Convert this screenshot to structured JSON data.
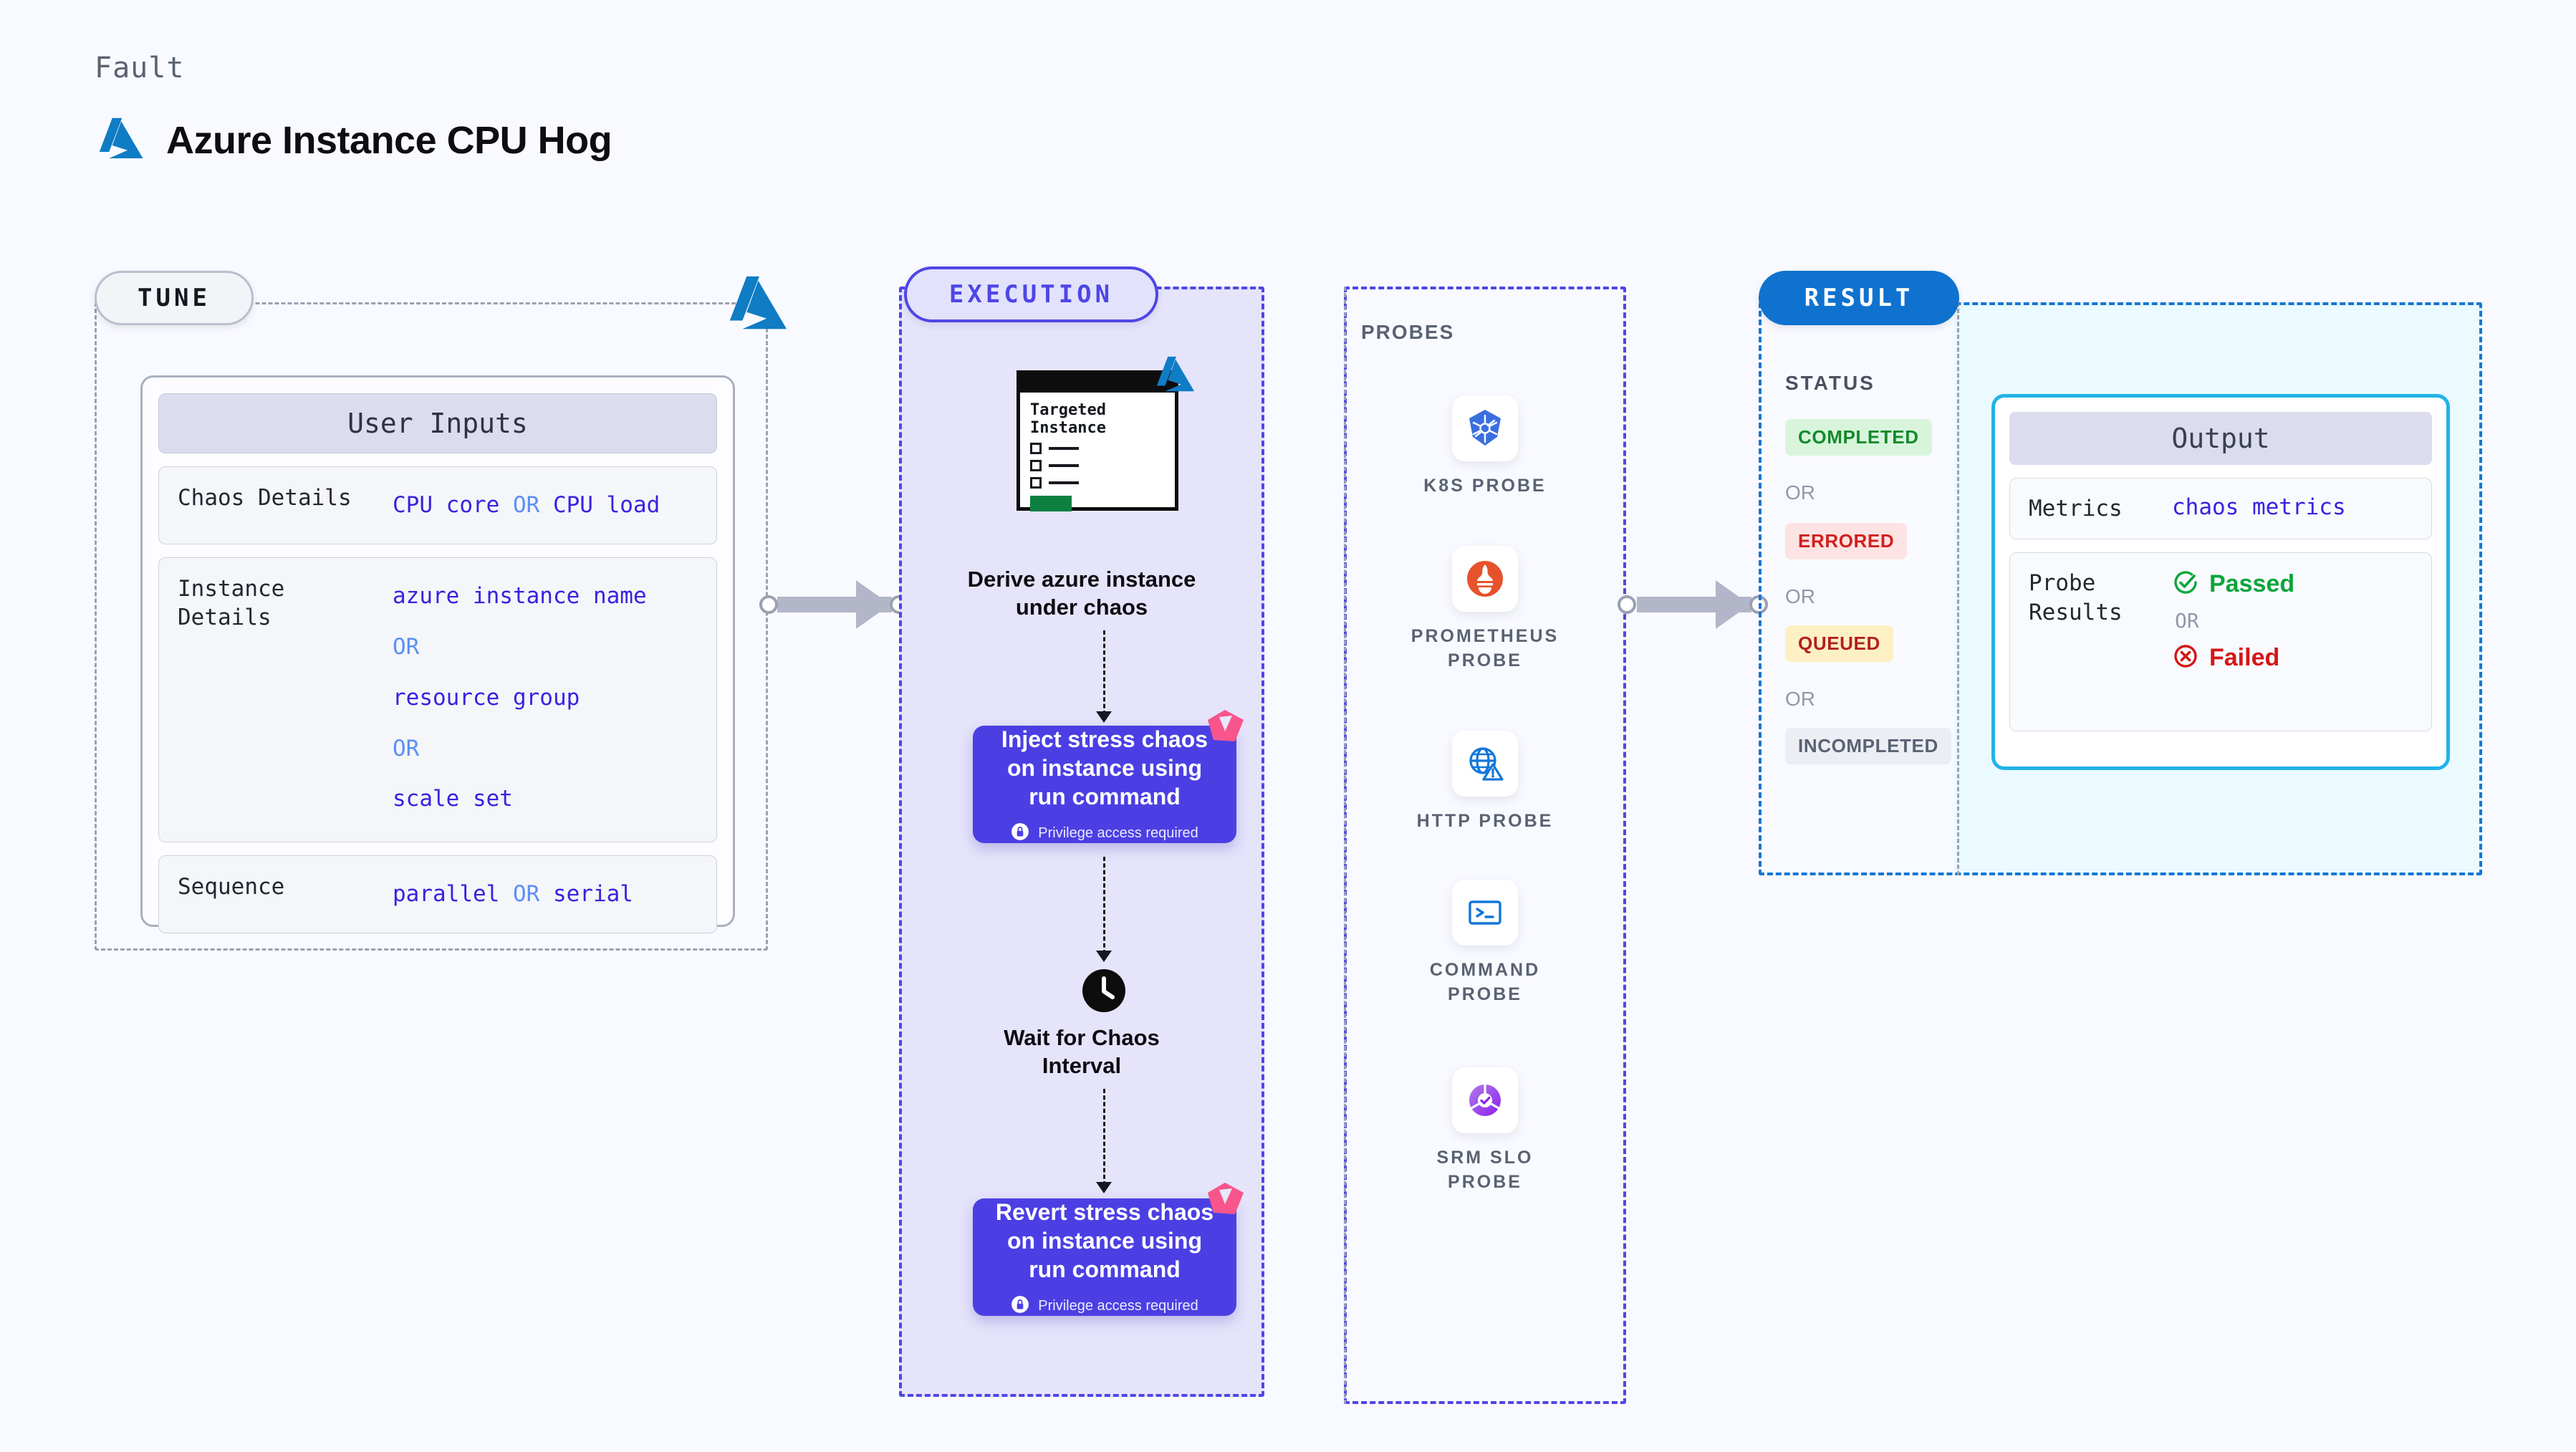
{
  "header": {
    "kicker": "Fault",
    "title": "Azure Instance CPU Hog",
    "logo_icon": "azure-logo-icon"
  },
  "tune": {
    "badge": "TUNE",
    "card_title": "User Inputs",
    "rows": [
      {
        "label": "Chaos Details",
        "values": [
          "CPU core",
          "OR",
          "CPU load"
        ],
        "inline": true
      },
      {
        "label": "Instance\nDetails",
        "values": [
          "azure instance name",
          "OR",
          "resource group",
          "OR",
          "scale set"
        ],
        "inline": false
      },
      {
        "label": "Sequence",
        "values": [
          "parallel",
          "OR",
          "serial"
        ],
        "inline": true
      }
    ],
    "chaos_details_label": "Chaos Details",
    "chaos_details_v1": "CPU core",
    "chaos_details_or": "OR",
    "chaos_details_v2": "CPU load",
    "instance_details_label": "Instance\nDetails",
    "instance_v1": "azure instance name",
    "instance_or1": "OR",
    "instance_v2": "resource group",
    "instance_or2": "OR",
    "instance_v3": "scale set",
    "sequence_label": "Sequence",
    "sequence_v1": "parallel",
    "sequence_or": "OR",
    "sequence_v2": "serial"
  },
  "execution": {
    "badge": "EXECUTION",
    "targeted_card": {
      "title_line1": "Targeted",
      "title_line2": "Instance",
      "logo_icon": "azure-logo-icon"
    },
    "derive_caption_line1": "Derive azure instance",
    "derive_caption_line2": "under chaos",
    "inject_step": {
      "line1": "Inject stress chaos",
      "line2": "on instance using",
      "line3": "run command",
      "privilege": "Privilege access required",
      "privilege_icon": "lock-icon",
      "tag_icon": "litmus-tag-icon"
    },
    "wait_step": {
      "icon": "clock-icon",
      "line1": "Wait for Chaos",
      "line2": "Interval"
    },
    "revert_step": {
      "line1": "Revert stress chaos",
      "line2": "on instance using",
      "line3": "run command",
      "privilege": "Privilege access required",
      "privilege_icon": "lock-icon",
      "tag_icon": "litmus-tag-icon"
    }
  },
  "probes": {
    "title": "PROBES",
    "items": [
      {
        "label": "K8S PROBE",
        "icon": "kubernetes-icon"
      },
      {
        "label": "PROMETHEUS\nPROBE",
        "icon": "prometheus-icon"
      },
      {
        "label": "HTTP PROBE",
        "icon": "globe-warning-icon"
      },
      {
        "label": "COMMAND\nPROBE",
        "icon": "terminal-icon"
      },
      {
        "label": "SRM SLO\nPROBE",
        "icon": "srm-slo-icon"
      }
    ],
    "k8s_label": "K8S PROBE",
    "prometheus_label_1": "PROMETHEUS",
    "prometheus_label_2": "PROBE",
    "http_label": "HTTP PROBE",
    "command_label_1": "COMMAND",
    "command_label_2": "PROBE",
    "srm_label_1": "SRM SLO",
    "srm_label_2": "PROBE"
  },
  "result": {
    "badge": "RESULT",
    "status_title": "STATUS",
    "statuses": [
      {
        "label": "COMPLETED",
        "bg": "#d8f5dc",
        "color": "#138a2b"
      },
      {
        "label": "ERRORED",
        "bg": "#fde3e3",
        "color": "#d11f1f"
      },
      {
        "label": "QUEUED",
        "bg": "#fdf0c4",
        "color": "#b32020"
      },
      {
        "label": "INCOMPLETED",
        "bg": "#eceef4",
        "color": "#5a6272"
      }
    ],
    "or_label": "OR",
    "completed": "COMPLETED",
    "errored": "ERRORED",
    "queued": "QUEUED",
    "incompleted": "INCOMPLETED",
    "output": {
      "title": "Output",
      "metrics_label": "Metrics",
      "metrics_value": "chaos metrics",
      "probe_results_label": "Probe\nResults",
      "passed": "Passed",
      "passed_icon": "check-circle-icon",
      "or_label": "OR",
      "failed": "Failed",
      "failed_icon": "x-circle-icon"
    }
  },
  "colors": {
    "background": "#f9faff",
    "indigo": "#4f46e5",
    "step_box": "#4b3fe4",
    "result_blue": "#0f72cf",
    "cyan": "#22b3e8",
    "azure_blue": "#0f7cc4",
    "value_blue": "#3a21e0",
    "or_blue": "#5b8ff5"
  }
}
